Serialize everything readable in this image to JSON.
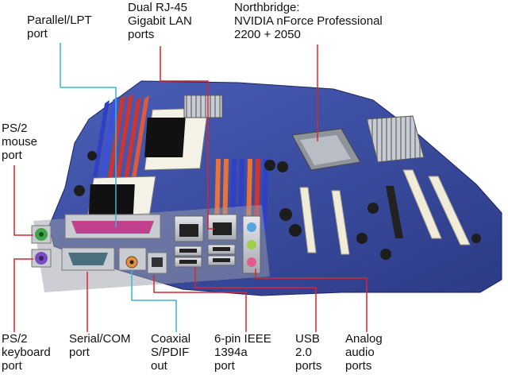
{
  "colors": {
    "leader_red": "#d9262c",
    "leader_cyan": "#39b6cf",
    "pcb_blue": "#3a4fa8",
    "dimm_blue": "#2f3fc8",
    "dimm_red": "#d0342f",
    "dimm_orange": "#e8743a",
    "pci_white": "#f1ecd9",
    "io_silver": "#c9ccd2",
    "parallel_magenta": "#c2418e",
    "serial_teal": "#4a6f7e",
    "ps2_green": "#3fa64a",
    "ps2_purple": "#7a4bbf"
  },
  "labels": {
    "parallel": [
      "Parallel/LPT",
      "port"
    ],
    "lan": [
      "Dual RJ-45",
      "Gigabit LAN",
      "ports"
    ],
    "northbridge": [
      "Northbridge:",
      "NVIDIA nForce Professional",
      "2200 + 2050"
    ],
    "ps2_mouse": [
      "PS/2",
      "mouse",
      "port"
    ],
    "ps2_keyboard": [
      "PS/2",
      "keyboard",
      "port"
    ],
    "serial": [
      "Serial/COM",
      "port"
    ],
    "coaxial": [
      "Coaxial",
      "S/PDIF",
      "out"
    ],
    "ieee1394": [
      "6-pin IEEE",
      "1394a",
      "port"
    ],
    "usb": [
      "USB",
      "2.0",
      "ports"
    ],
    "audio": [
      "Analog",
      "audio",
      "ports"
    ]
  }
}
